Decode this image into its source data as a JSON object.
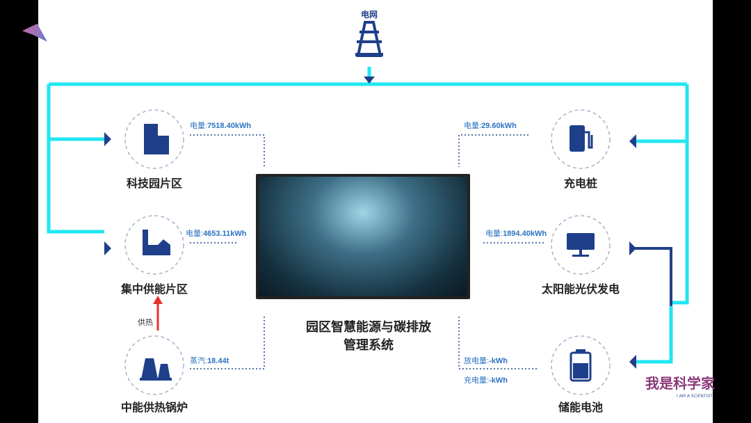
{
  "grid": {
    "label": "电网"
  },
  "nodes": [
    {
      "id": "tech-park",
      "label": "科技园片区",
      "reading_label": "电量:",
      "reading_value": "7518.40kWh"
    },
    {
      "id": "central-supply",
      "label": "集中供能片区",
      "reading_label": "电量:",
      "reading_value": "4653.11kWh"
    },
    {
      "id": "boiler",
      "label": "中能供热锅炉",
      "reading_label": "蒸汽:",
      "reading_value": "18.44t"
    },
    {
      "id": "charging-pile",
      "label": "充电桩",
      "reading_label": "电量:",
      "reading_value": "29.60kWh"
    },
    {
      "id": "solar",
      "label": "太阳能光伏发电",
      "reading_label": "电量:",
      "reading_value": "1894.40kWh"
    },
    {
      "id": "battery",
      "label": "储能电池",
      "discharge_label": "放电量:",
      "discharge_value": "-kWh",
      "charge_label": "充电量:",
      "charge_value": "-kWh"
    }
  ],
  "heat_label": "供热",
  "center_title": {
    "line1": "园区智慧能源与碳排放",
    "line2": "管理系统"
  },
  "watermark": {
    "cn": "我是科学家",
    "en": "I AM A SCIENTIST"
  },
  "colors": {
    "cyan": "#22e6f2",
    "navy": "#1f3f8a",
    "red": "#e8302a",
    "blue": "#2a72c0"
  }
}
